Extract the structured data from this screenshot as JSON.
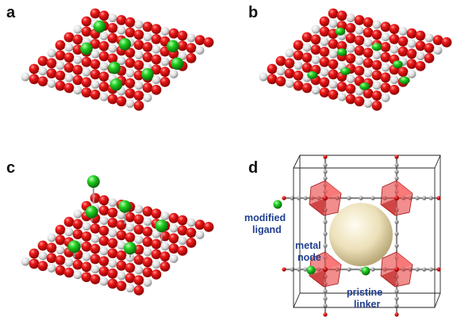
{
  "panels": [
    {
      "letter": "a"
    },
    {
      "letter": "b"
    },
    {
      "letter": "c"
    },
    {
      "letter": "d"
    }
  ],
  "labels": {
    "modified_ligand": [
      "modified",
      "ligand"
    ],
    "metal_node": [
      "metal",
      "node"
    ],
    "pristine_linker": [
      "pristine",
      "linker"
    ]
  },
  "colors": {
    "oxygen": "#e00000",
    "metal_atom": "#e6e6e6",
    "dopant": "#22cc22",
    "polyhedron": "#e53030",
    "pore": "#efe6c4",
    "label": "#1f3f8f",
    "frame": "#222222"
  }
}
